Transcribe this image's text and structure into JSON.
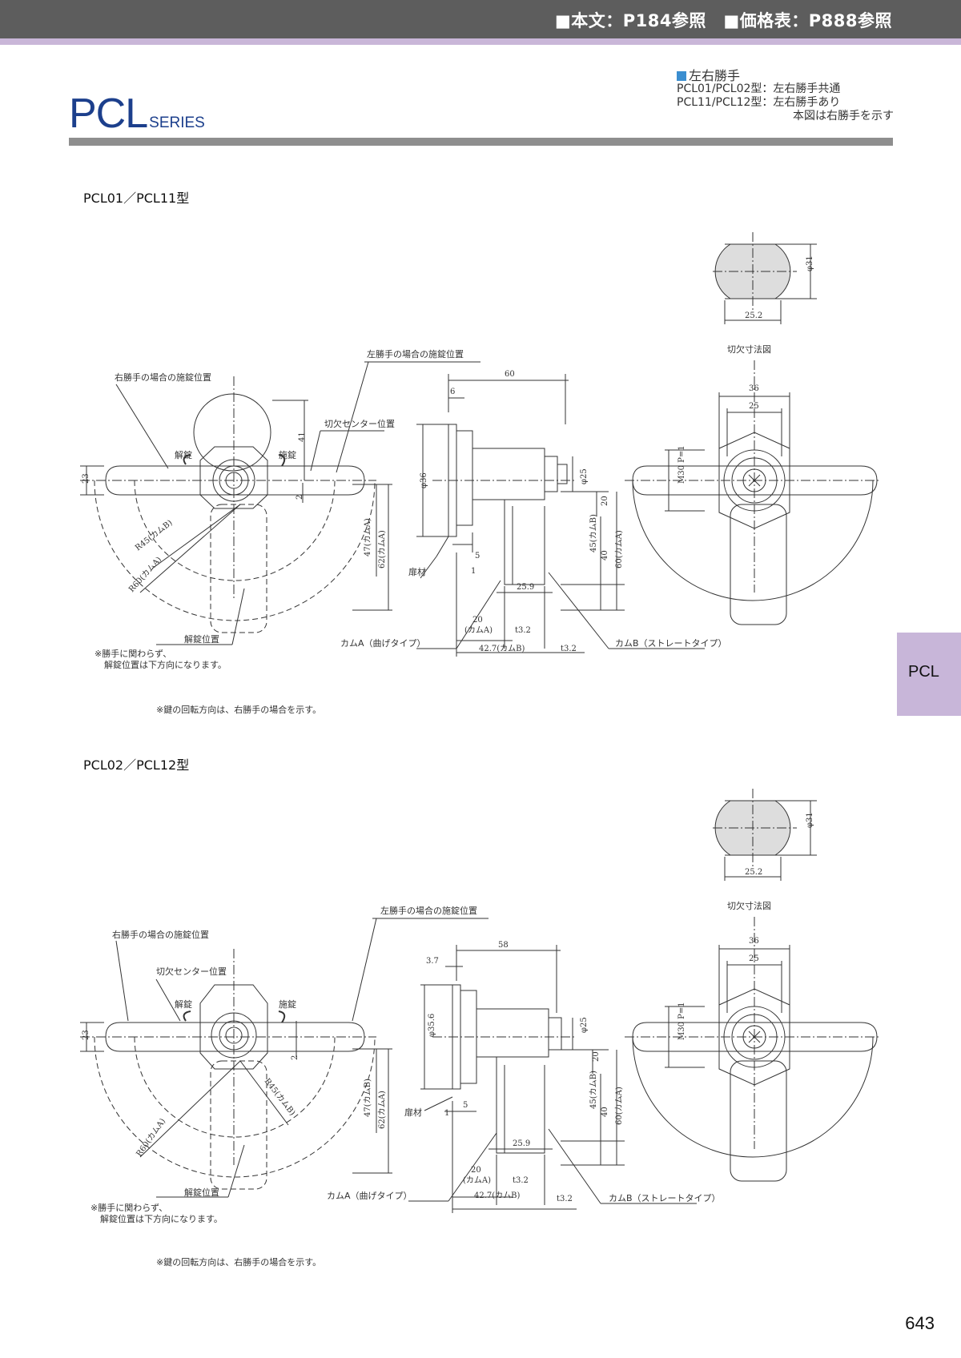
{
  "header": {
    "ref_text": "■本文：P184参照　■価格表：P888参照"
  },
  "series": {
    "name": "PCL",
    "suffix": "SERIES"
  },
  "hand_note": {
    "title": "左右勝手",
    "line1": "PCL01/PCL02型：左右勝手共通",
    "line2": "PCL11/PCL12型：左右勝手あり",
    "line3": "本図は右勝手を示す"
  },
  "side_tab": "PCL",
  "page_number": "643",
  "sections": [
    {
      "title": "PCL01／PCL11型",
      "labels": {
        "right_lock": "右勝手の場合の施錠位置",
        "left_lock": "左勝手の場合の施錠位置",
        "cut_center": "切欠センター位置",
        "unlock_arrow": "解錠",
        "lock_arrow": "施錠",
        "unlock_pos": "解錠位置",
        "note1": "※勝手に関わらず、",
        "note2": "解錠位置は下方向になります。",
        "cam_a": "カムA（曲げタイプ）",
        "cam_b": "カムB（ストレートタイプ）",
        "door": "扉材",
        "cutout": "切欠寸法図",
        "rotation": "※鍵の回転方向は、右勝手の場合を示す。"
      },
      "dims": {
        "d23": "23",
        "d41": "41",
        "d2": "2",
        "r45": "R45(カムB)",
        "r60": "R60(カムA)",
        "d47": "47(カムA)",
        "d62": "62(カムA)",
        "d60": "60",
        "d6": "6",
        "phi36": "φ36",
        "phi25": "φ25",
        "d20": "20",
        "d45": "45(カムB)",
        "d40": "40",
        "d60a": "60(カムA)",
        "d5": "5",
        "d1": "1",
        "d259": "25.9",
        "d20a": "20",
        "cama_small": "(カムA)",
        "t32a": "t3.2",
        "d427": "42.7(カムB)",
        "t32b": "t3.2",
        "d36": "36",
        "d25": "25",
        "m30": "M30 P=1",
        "phi31": "φ31",
        "d252": "25.2"
      }
    },
    {
      "title": "PCL02／PCL12型",
      "labels": {
        "right_lock": "右勝手の場合の施錠位置",
        "left_lock": "左勝手の場合の施錠位置",
        "cut_center": "切欠センター位置",
        "unlock_arrow": "解錠",
        "lock_arrow": "施錠",
        "unlock_pos": "解錠位置",
        "note1": "※勝手に関わらず、",
        "note2": "解錠位置は下方向になります。",
        "cam_a": "カムA（曲げタイプ）",
        "cam_b": "カムB（ストレートタイプ）",
        "door": "扉材",
        "cutout": "切欠寸法図",
        "rotation": "※鍵の回転方向は、右勝手の場合を示す。"
      },
      "dims": {
        "d23": "23",
        "d2": "2",
        "r45": "R45(カムB)",
        "r60": "R60(カムA)",
        "d47": "47(カムB)",
        "d62": "62(カムA)",
        "d58": "58",
        "d37": "3.7",
        "phi356": "φ35.6",
        "phi25": "φ25",
        "d20": "20",
        "d45": "45(カムB)",
        "d40": "40",
        "d60a": "60(カムA)",
        "d5": "5",
        "d1": "1",
        "d259": "25.9",
        "d20a": "20",
        "cama_small": "(カムA)",
        "t32a": "t3.2",
        "d427": "42.7(カムB)",
        "t32b": "t3.2",
        "d36": "36",
        "d25": "25",
        "m30": "M30 P=1",
        "phi31": "φ31",
        "d252": "25.2"
      }
    }
  ]
}
